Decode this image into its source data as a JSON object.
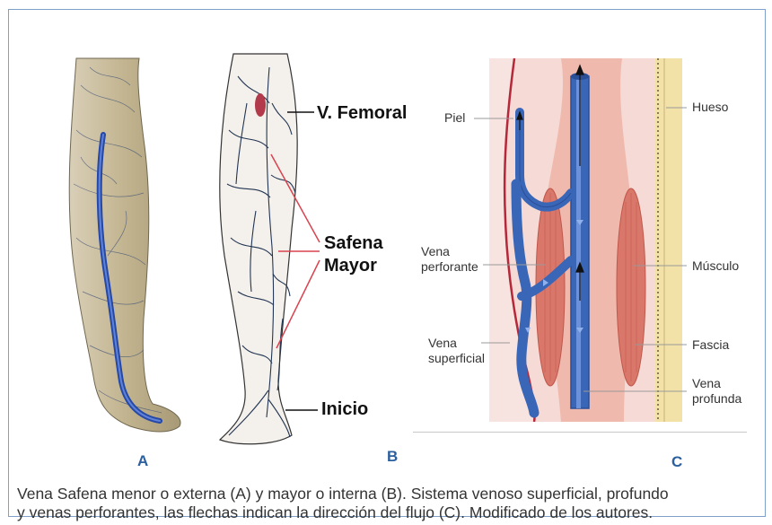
{
  "panel_letters": {
    "a": "A",
    "b": "B",
    "c": "C"
  },
  "panel_b_labels": {
    "femoral": "V. Femoral",
    "safena_line1": "Safena",
    "safena_line2": "Mayor",
    "inicio": "Inicio"
  },
  "panel_c_labels": {
    "piel": "Piel",
    "hueso": "Hueso",
    "vena_perforante_1": "Vena",
    "vena_perforante_2": "perforante",
    "musculo": "Músculo",
    "vena_superficial_1": "Vena",
    "vena_superficial_2": "superficial",
    "fascia": "Fascia",
    "vena_profunda_1": "Vena",
    "vena_profunda_2": "profunda"
  },
  "caption": {
    "line1": "Vena Safena menor o externa (A) y mayor o interna (B). Sistema venoso superficial, profundo",
    "line2": "y venas perforantes, las flechas indican la dirección del flujo (C). Modificado de los autores."
  },
  "colors": {
    "frame": "#7fa0c9",
    "letter": "#2b5f9e",
    "vein": "#3a66b8",
    "skin": "#f3d2cd",
    "muscle": "#d9776a",
    "bone": "#f2e2a8",
    "skin_line": "#b5283a"
  }
}
